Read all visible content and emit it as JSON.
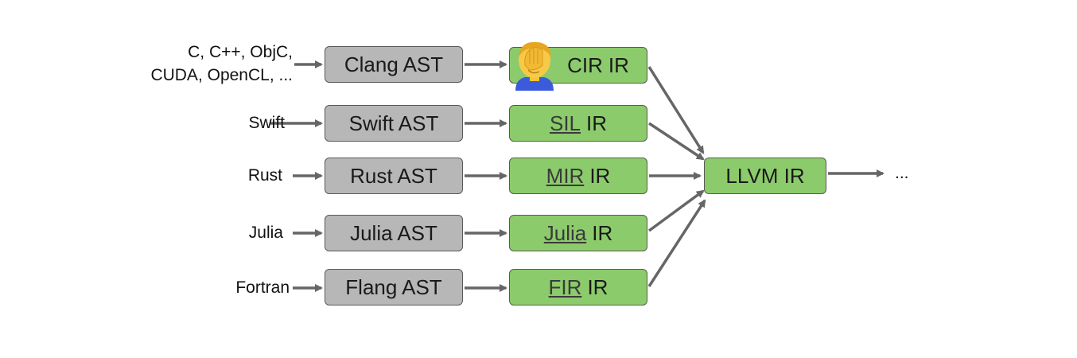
{
  "rows": [
    {
      "input": "C, C++, ObjC,\nCUDA, OpenCL, ...",
      "ast": "Clang AST",
      "ir_name": "CIR",
      "ir_underlined": false,
      "ir_suffix": "IR"
    },
    {
      "input": "Swift",
      "ast": "Swift AST",
      "ir_name": "SIL",
      "ir_underlined": true,
      "ir_suffix": "IR"
    },
    {
      "input": "Rust",
      "ast": "Rust AST",
      "ir_name": "MIR",
      "ir_underlined": true,
      "ir_suffix": "IR"
    },
    {
      "input": "Julia",
      "ast": "Julia AST",
      "ir_name": "Julia",
      "ir_underlined": true,
      "ir_suffix": "IR"
    },
    {
      "input": "Fortran",
      "ast": "Flang AST",
      "ir_name": "FIR",
      "ir_underlined": true,
      "ir_suffix": "IR"
    }
  ],
  "target": "LLVM IR",
  "output": "...",
  "colors": {
    "ast_fill": "#b7b7b7",
    "ir_fill": "#8ccb6b",
    "arrow": "#666666"
  },
  "icons": {
    "facepalm": "face-palm-emoji"
  }
}
